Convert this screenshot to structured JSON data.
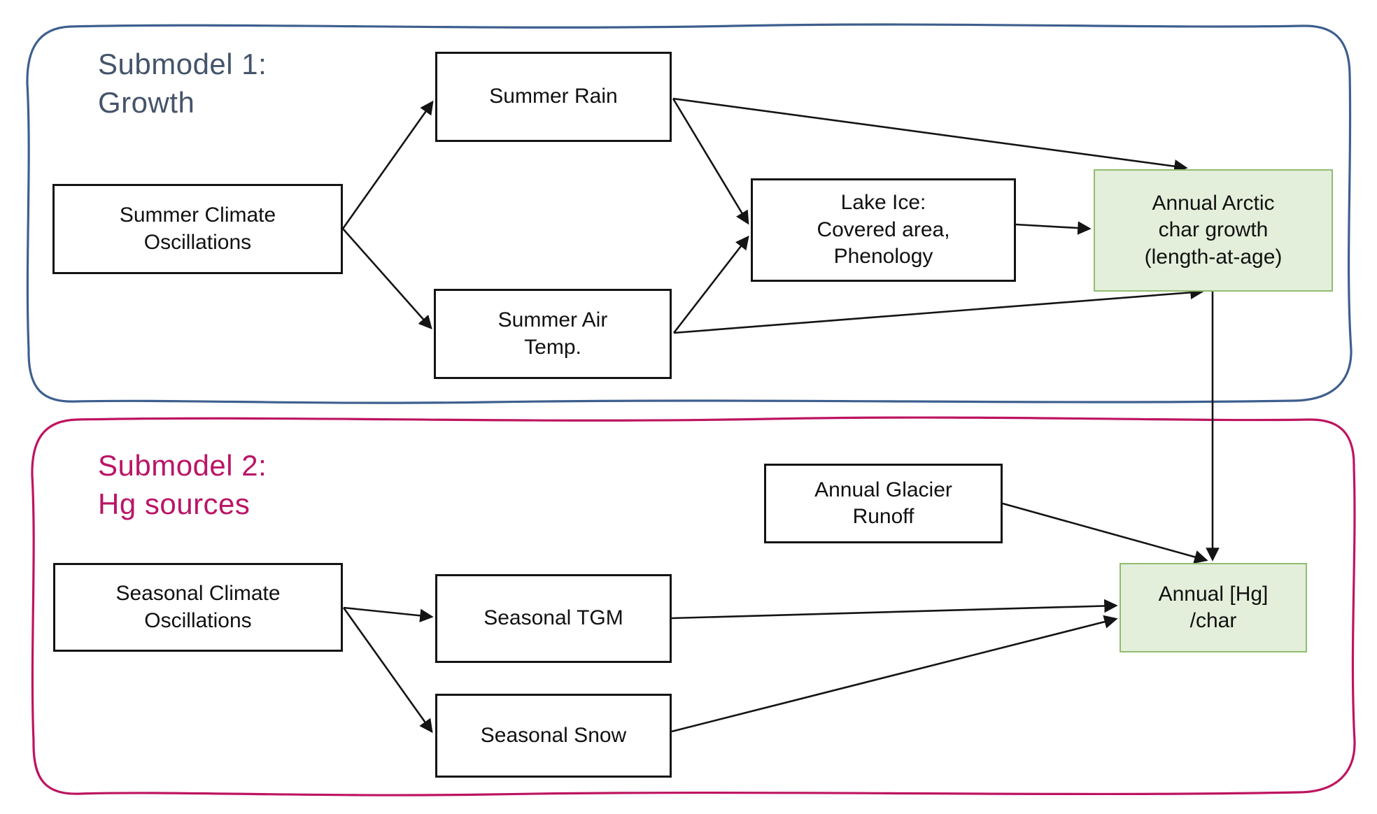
{
  "figure": {
    "submodel1": {
      "title": "Submodel 1:\nGrowth",
      "nodes": {
        "summer_climate_oscillations": {
          "label": "Summer Climate\nOscillations"
        },
        "summer_rain": {
          "label": "Summer Rain"
        },
        "summer_air_temp": {
          "label": "Summer Air\nTemp."
        },
        "lake_ice": {
          "label": "Lake Ice:\nCovered area,\nPhenology"
        },
        "annual_arctic_char_growth": {
          "label": "Annual Arctic\nchar growth\n(length-at-age)",
          "highlighted": true
        }
      }
    },
    "submodel2": {
      "title": "Submodel 2:\nHg sources",
      "nodes": {
        "seasonal_climate_oscillations": {
          "label": "Seasonal Climate\nOscillations"
        },
        "annual_glacier_runoff": {
          "label": "Annual Glacier\nRunoff"
        },
        "seasonal_tgm": {
          "label": "Seasonal TGM"
        },
        "seasonal_snow": {
          "label": "Seasonal Snow"
        },
        "annual_hg_per_char": {
          "label": "Annual [Hg]\n/char",
          "highlighted": true
        }
      }
    },
    "edges": [
      {
        "from": "Summer Climate Oscillations",
        "to": "Summer Rain"
      },
      {
        "from": "Summer Climate Oscillations",
        "to": "Summer Air Temp."
      },
      {
        "from": "Summer Rain",
        "to": "Annual Arctic char growth (length-at-age)"
      },
      {
        "from": "Summer Rain",
        "to": "Lake Ice: Covered area, Phenology"
      },
      {
        "from": "Summer Air Temp.",
        "to": "Lake Ice: Covered area, Phenology"
      },
      {
        "from": "Summer Air Temp.",
        "to": "Annual Arctic char growth (length-at-age)"
      },
      {
        "from": "Lake Ice: Covered area, Phenology",
        "to": "Annual Arctic char growth (length-at-age)"
      },
      {
        "from": "Annual Arctic char growth (length-at-age)",
        "to": "Annual [Hg] /char"
      },
      {
        "from": "Annual Glacier Runoff",
        "to": "Annual [Hg] /char"
      },
      {
        "from": "Seasonal Climate Oscillations",
        "to": "Seasonal TGM"
      },
      {
        "from": "Seasonal Climate Oscillations",
        "to": "Seasonal Snow"
      },
      {
        "from": "Seasonal TGM",
        "to": "Annual [Hg] /char"
      },
      {
        "from": "Seasonal Snow",
        "to": "Annual [Hg] /char"
      }
    ],
    "colors": {
      "submodel1_title": "#44546A",
      "submodel1_border": "#3E5F8E",
      "submodel2_title": "#BA1567",
      "submodel2_border": "#BE1460",
      "highlight_fill": "#E3EFDA",
      "highlight_border": "#90BC70",
      "node_border": "#141414",
      "arrow": "#141414",
      "background": "#FFFFFF"
    }
  }
}
